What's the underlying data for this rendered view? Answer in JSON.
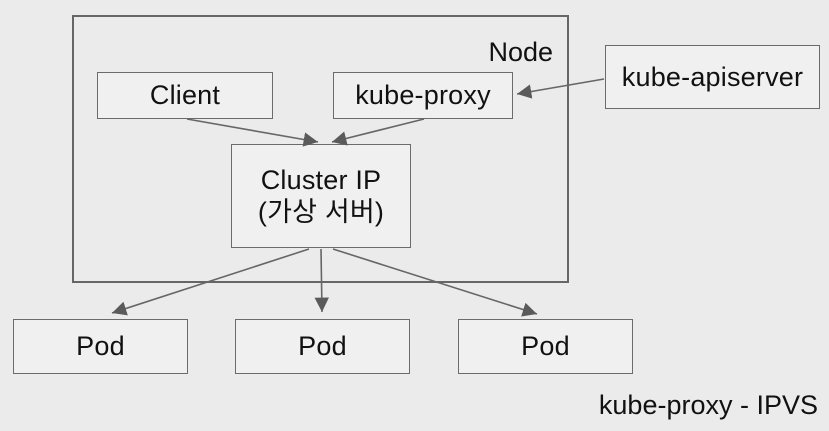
{
  "colors": {
    "background": "#ebebeb",
    "box_fill": "#f0f0f0",
    "box_border": "#6b6b6b",
    "arrow": "#5a5a5a",
    "text": "#111111"
  },
  "diagram": {
    "node_label": "Node",
    "client_label": "Client",
    "kube_proxy_label": "kube-proxy",
    "kube_apiserver_label": "kube-apiserver",
    "cluster_ip_label_line1": "Cluster IP",
    "cluster_ip_label_line2": "(가상 서버)",
    "pods": [
      {
        "label": "Pod"
      },
      {
        "label": "Pod"
      },
      {
        "label": "Pod"
      }
    ],
    "caption": "kube-proxy - IPVS",
    "edges": [
      {
        "from": "client",
        "to": "cluster-ip"
      },
      {
        "from": "kube-proxy",
        "to": "cluster-ip"
      },
      {
        "from": "kube-apiserver",
        "to": "kube-proxy"
      },
      {
        "from": "cluster-ip",
        "to": "pod-1"
      },
      {
        "from": "cluster-ip",
        "to": "pod-2"
      },
      {
        "from": "cluster-ip",
        "to": "pod-3"
      }
    ]
  }
}
